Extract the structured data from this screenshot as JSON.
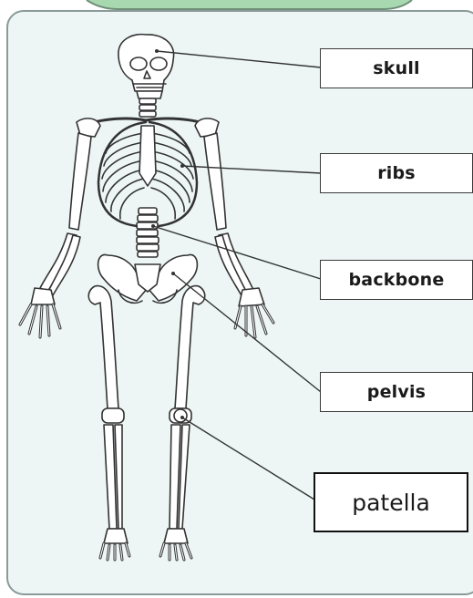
{
  "labels": {
    "skull": "skull",
    "ribs": "ribs",
    "backbone": "backbone",
    "pelvis": "pelvis",
    "patella": "patella"
  },
  "colors": {
    "panel_bg": "#edf6f5",
    "panel_border": "#8a9a97",
    "tab_fill": "#a8d8b0",
    "bone_stroke": "#333333",
    "bone_fill": "#ffffff",
    "leader_line": "#333333"
  }
}
